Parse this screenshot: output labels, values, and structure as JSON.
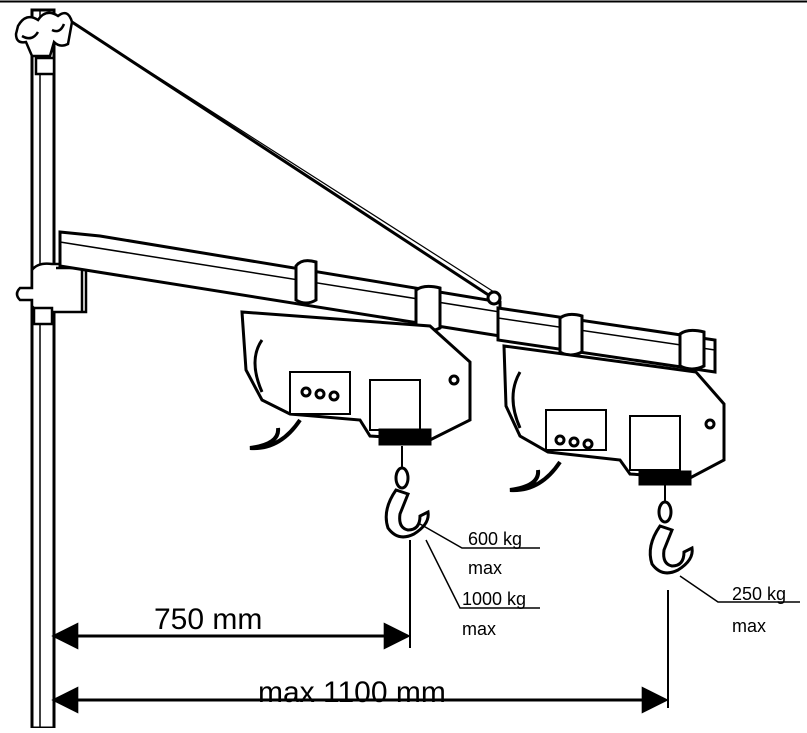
{
  "dimensions": {
    "short_reach": "750 mm",
    "long_reach": "max 1100 mm"
  },
  "loads": {
    "load_600": {
      "value": "600 kg",
      "suffix": "max"
    },
    "load_1000": {
      "value": "1000 kg",
      "suffix": "max"
    },
    "load_250": {
      "value": "250 kg",
      "suffix": "max"
    }
  },
  "colors": {
    "ink": "#000000",
    "paper": "#ffffff"
  }
}
